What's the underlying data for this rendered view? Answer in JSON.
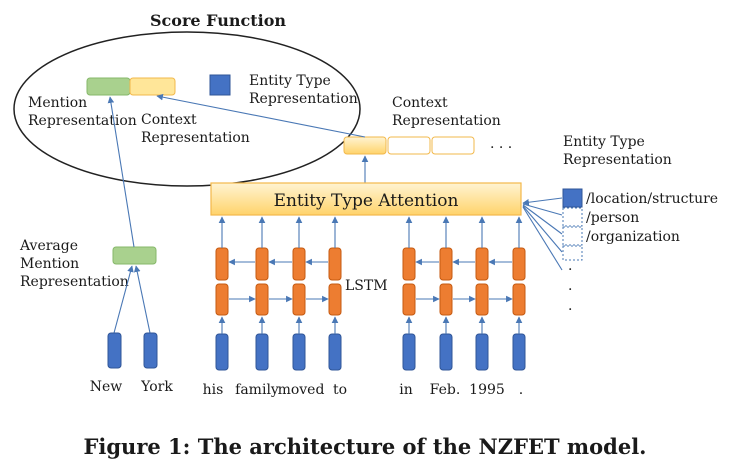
{
  "score": {
    "title": "Score Function",
    "mention_label": [
      "Mention",
      "Representation"
    ],
    "context_label": [
      "Context",
      "Representation"
    ],
    "entity_type_label": [
      "Entity Type",
      "Representation"
    ]
  },
  "context_rep": {
    "label": [
      "Context",
      "Representation"
    ],
    "dots": ". . ."
  },
  "entity_type_rep": {
    "label": [
      "Entity Type",
      "Representation"
    ],
    "types": [
      "/location/structure",
      "/person",
      "/organization"
    ],
    "dots": [
      "·",
      "·",
      "·",
      "·"
    ]
  },
  "attention": {
    "label": "Entity Type Attention"
  },
  "avg_mention": {
    "label": [
      "Average",
      "Mention",
      "Representation"
    ]
  },
  "lstm": {
    "label": "LSTM"
  },
  "mention_words": [
    "New",
    "York"
  ],
  "context_words_left": [
    "his",
    "family",
    "moved",
    "to"
  ],
  "context_words_right": [
    "in",
    "Feb.",
    "1995",
    "."
  ],
  "caption": "Figure 1: The architecture of the NZFET model.",
  "colors": {
    "blue": "#4472c4",
    "orange": "#ed7d31",
    "green": "#a9d18e",
    "yellow": "#ffd966",
    "arrow": "#4a78b5"
  }
}
